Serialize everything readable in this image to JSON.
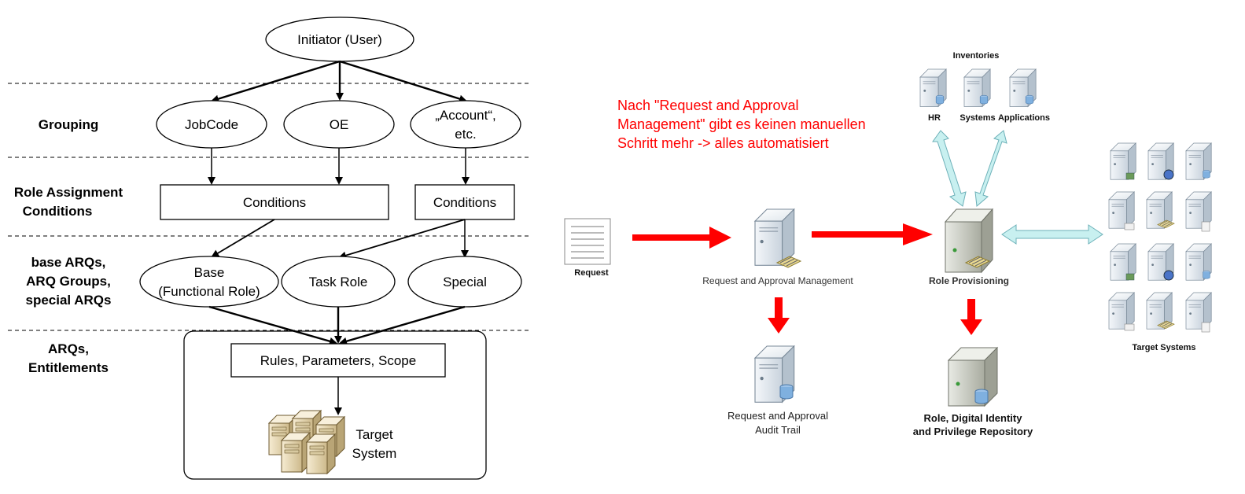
{
  "left_diagram": {
    "initiator": "Initiator (User)",
    "levels": {
      "grouping": "Grouping",
      "role_assignment": [
        "Role Assignment",
        "Conditions"
      ],
      "base_arqs": [
        "base ARQs,",
        "ARQ Groups,",
        "special ARQs"
      ],
      "arqs": [
        "ARQs,",
        "Entitlements"
      ]
    },
    "grouping_nodes": {
      "jobcode": "JobCode",
      "oe": "OE",
      "account": [
        "„Account“,",
        "etc."
      ]
    },
    "conditions": [
      "Conditions",
      "Conditions"
    ],
    "role_nodes": {
      "base": [
        "Base",
        "(Functional Role)"
      ],
      "task": "Task Role",
      "special": "Special"
    },
    "rules": "Rules, Parameters, Scope",
    "target": [
      "Target",
      "System"
    ]
  },
  "right_diagram": {
    "note": [
      "Nach \"Request and Approval",
      "Management\" gibt es keinen manuellen",
      "Schritt mehr -> alles automatisiert"
    ],
    "inventories": {
      "title": "Inventories",
      "items": [
        "HR",
        "Systems",
        "Applications"
      ]
    },
    "request": "Request",
    "request_mgmt": "Request and Approval Management",
    "role_provisioning": "Role Provisioning",
    "audit_trail": [
      "Request and Approval",
      "Audit Trail"
    ],
    "repository": [
      "Role, Digital Identity",
      "and Privilege Repository"
    ],
    "target_systems": "Target Systems"
  },
  "colors": {
    "arrow_red": "#ff0000",
    "arrow_cyan": "#c8f0f0",
    "note_text": "#ff0000"
  }
}
